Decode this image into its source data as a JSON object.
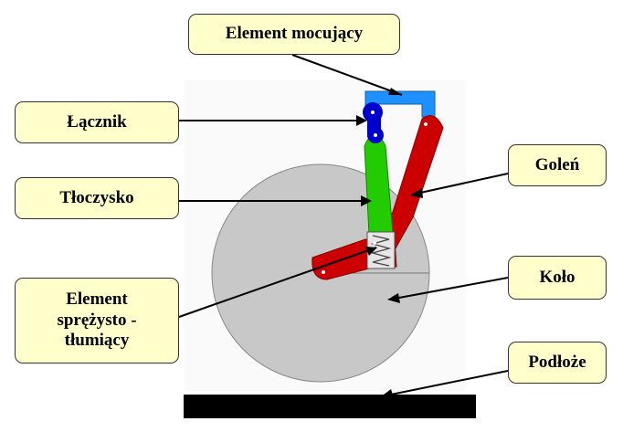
{
  "labels": {
    "mounting": "Element mocujący",
    "link": "Łącznik",
    "piston_rod": "Tłoczysko",
    "shock_absorber": "Element\nsprężysto -\ntłumiący",
    "leg": "Goleń",
    "wheel": "Koło",
    "ground": "Podłoże"
  },
  "colors": {
    "label_fill": "#ffffcc",
    "mounting": "#1e90ff",
    "link": "#0000cc",
    "piston_rod": "#22cc00",
    "leg": "#cc0000",
    "wheel": "#c8c8c8",
    "ground": "#000000",
    "shock_absorber": "#e6e6e6"
  },
  "icons": {
    "pivot": "pivot-dot",
    "spring": "spring-zigzag"
  }
}
